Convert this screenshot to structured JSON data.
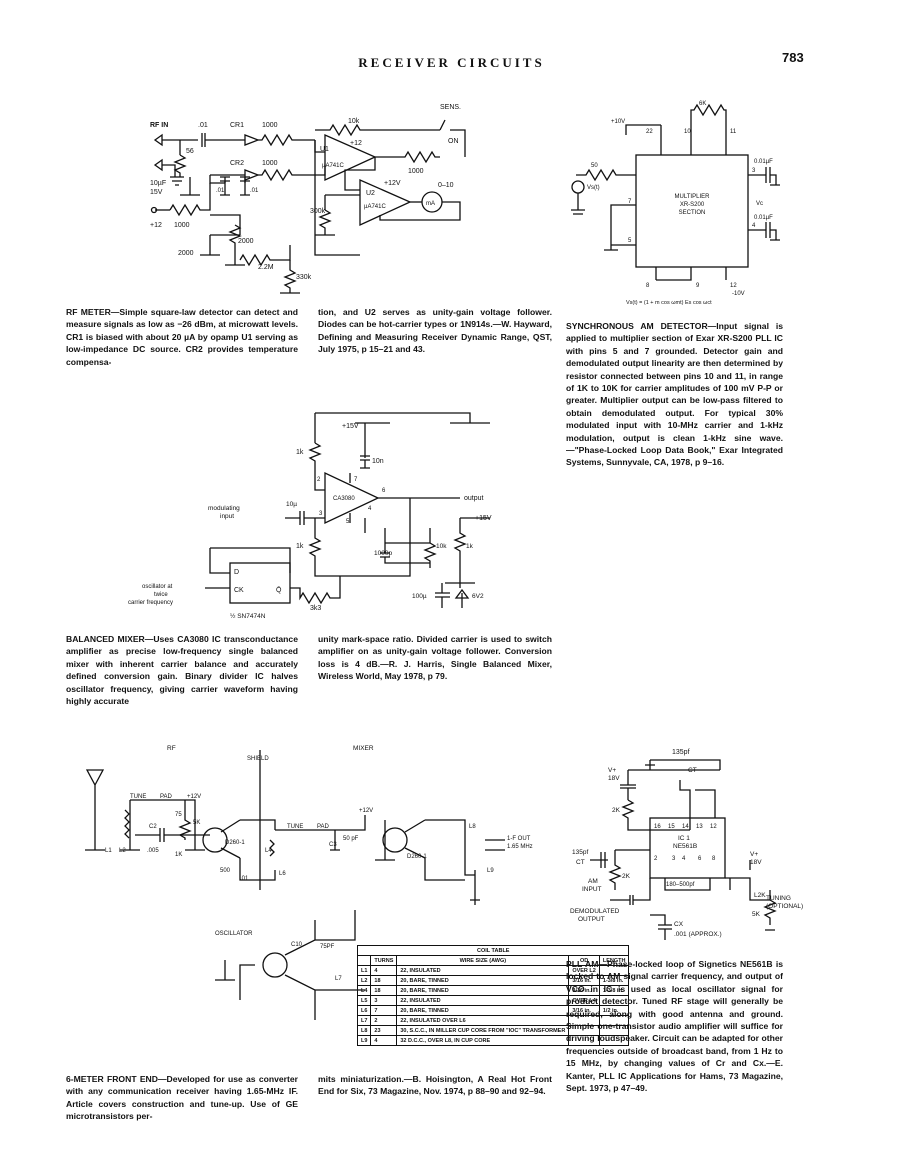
{
  "header": {
    "title": "RECEIVER CIRCUITS",
    "page_number": "783"
  },
  "rf_meter": {
    "caption": "RF METER—Simple square-law detector can detect and measure signals as low as −26 dBm, at microwatt levels. CR1 is biased with about 20 µA by opamp U1 serving as low-impedance DC source. CR2 provides temperature compensa-",
    "caption_cont": "tion, and U2 serves as unity-gain voltage follower. Diodes can be hot-carrier types or 1N914s.—W. Hayward, Defining and Measuring Receiver Dynamic Range, QST, July 1975, p 15–21 and 43.",
    "labels": {
      "rf_in": "RF IN",
      "c1": ".01",
      "cr1": "CR1",
      "r1000a": "1000",
      "r56": "56",
      "cr2": "CR2",
      "r1000b": "1000",
      "c10uf": "10µF",
      "v15": "15V",
      "cc1": ".01",
      "cc2": ".01",
      "plus12": "+12",
      "r1000c": "1000",
      "r2000a": "2000",
      "r2000b": "2000",
      "r22m": "2.2M",
      "r330k": "330k",
      "r10k": "10k",
      "u1": "U1",
      "ua741c_1": "µA741C",
      "u1_plus12": "+12",
      "r1000d": "1000",
      "u2": "U2",
      "u2_plus12": "+12V",
      "ua741c_2": "µA741C",
      "r300k": "300k",
      "meter": "0–10",
      "meter_unit": "mA",
      "sens": "SENS.",
      "on": "ON"
    }
  },
  "sync_am": {
    "caption": "SYNCHRONOUS AM DETECTOR—Input signal is applied to multiplier section of Exar XR-S200 PLL IC with pins 5 and 7 grounded. Detector gain and demodulated output linearity are then determined by resistor connected between pins 10 and 11, in range of 1K to 10K for carrier amplitudes of 100 mV P-P or greater. Multiplier output can be low-pass filtered to obtain demodulated output. For typical 30% modulated input with 10-MHz carrier and 1-kHz modulation, output is clean 1-kHz sine wave.—\"Phase-Locked Loop Data Book,\" Exar Integrated Systems, Sunnyvale, CA, 1978, p 9–16.",
    "labels": {
      "r6k": "6K",
      "plus10v": "+10V",
      "p22": "22",
      "p10": "10",
      "p11": "11",
      "r50": "50",
      "vs": "Vs(t)",
      "p7": "7",
      "p5": "5",
      "box1": "MULTIPLIER",
      "box2": "XR-S200",
      "box3": "SECTION",
      "p3": "3",
      "c1": "0.01µF",
      "vc": "Vc",
      "p4": "4",
      "c2": "0.01µF",
      "p8": "8",
      "p9": "9",
      "p12": "12",
      "minus10v": "-10V",
      "formula": "Vs(t) = (1 + m cos ωmt) Es cos ωct"
    }
  },
  "balanced_mixer": {
    "caption": "BALANCED MIXER—Uses CA3080 IC transconductance amplifier as precise low-frequency single balanced mixer with inherent carrier balance and accurately defined conversion gain. Binary divider IC halves oscillator frequency, giving carrier waveform having highly accurate",
    "caption_cont": "unity mark-space ratio. Divided carrier is used to switch amplifier on as unity-gain voltage follower. Conversion loss is 4 dB.—R. J. Harris, Single Balanced Mixer, Wireless World, May 1978, p 79.",
    "labels": {
      "plus15a": "+15V",
      "r1k_a": "1k",
      "c10n": "10n",
      "ic": "CA3080",
      "p2": "2",
      "p7": "7",
      "p6": "6",
      "p3": "3",
      "p4": "4",
      "p5": "5",
      "mod1": "modulating",
      "mod2": "input",
      "c10u": "10µ",
      "output": "output",
      "plus15b": "+15V",
      "r1k_b": "1k",
      "c1000p": "1000p",
      "r10k": "10k",
      "r1k_c": "1k",
      "d": "D",
      "ck": "CK",
      "qbar": "Q̄",
      "osc1": "oscillator at",
      "osc2": "twice",
      "osc3": "carrier frequency",
      "r3k3": "3k3",
      "c100u": "100µ",
      "z6v2": "6V2",
      "ic2": "½ SN7474N"
    }
  },
  "six_meter": {
    "caption": "6-METER FRONT END—Developed for use as converter with any communication receiver having 1.65-MHz IF. Article covers construction and tune-up. Use of GE microtransistors per-",
    "caption_cont": "mits miniaturization.—B. Hoisington, A Real Hot Front End for Six, 73 Magazine, Nov. 1974, p 88–90 and 92–94.",
    "labels": {
      "rf": "RF",
      "shield": "SHIELD",
      "mixer": "MIXER",
      "tune": "TUNE",
      "pad": "PAD",
      "plus12a": "+12V",
      "c75": "75",
      "c2": "C2",
      "c005": ".005",
      "l1": "L1",
      "l2": "L2",
      "r5k": "5K",
      "r1k": "1K",
      "d2601": "D260-1",
      "r500": "500",
      "c01": ".01",
      "l4": "L4",
      "l6": "L6",
      "tune2": "TUNE",
      "pad2": "PAD",
      "c50": "50 pF",
      "c3": "C3",
      "plus12b": "+12V",
      "d2602": "D260-1",
      "l8": "L8",
      "l9": "L9",
      "out": "1-F OUT",
      "out2": "1.65 MHz",
      "osc": "OSCILLATOR",
      "c75pf": "75PF",
      "l7": "L7",
      "c10": "C10"
    },
    "coil_table": {
      "title": "COIL TABLE",
      "headers": [
        "",
        "TURNS",
        "WIRE SIZE (AWG)",
        "OD",
        "LENGTH"
      ],
      "rows": [
        [
          "L1",
          "4",
          "22, INSULATED",
          "OVER L2",
          ""
        ],
        [
          "L2",
          "18",
          "20, BARE, TINNED",
          "3/16 in.",
          "1-3/8 in."
        ],
        [
          "L4",
          "18",
          "20, BARE, TINNED",
          "3/16 in.",
          "1-3/8 in."
        ],
        [
          "L5",
          "3",
          "22, INSULATED",
          "OVER L4",
          ""
        ],
        [
          "L6",
          "7",
          "20, BARE, TINNED",
          "3/16 in.",
          "1/2 in."
        ],
        [
          "L7",
          "2",
          "22, INSULATED OVER L6",
          "",
          ""
        ],
        [
          "L8",
          "23",
          "30, S.C.C., IN MILLER CUP CORE FROM \"IOC\" TRANSFORMER",
          "",
          ""
        ],
        [
          "L9",
          "4",
          "32 D.C.C., OVER L8, IN CUP CORE",
          "",
          ""
        ]
      ]
    }
  },
  "pll_am": {
    "caption": "PLL AM—Phase-locked loop of Signetics NE561B is locked to AM signal carrier frequency, and output of VCO in IC is used as local oscillator signal for product detector. Tuned RF stage will generally be required, along with good antenna and ground. Simple one-transistor audio amplifier will suffice for driving loudspeaker. Circuit can be adapted for other frequencies outside of broadcast band, from 1 Hz to 15 MHz, by changing values of Cr and Cx.—E. Kanter, PLL IC Applications for Hams, 73 Magazine, Sept. 1973, p 47–49.",
    "labels": {
      "vplus1": "V+",
      "v18a": "18V",
      "c135a": "135pf",
      "ct": "CT",
      "r2ka": "2K",
      "ic": "IC 1",
      "part": "NE561B",
      "p16": "16",
      "p15": "15",
      "p14": "14",
      "p13": "13",
      "p12": "12",
      "p2": "2",
      "p3": "3",
      "p4": "4",
      "p6": "6",
      "p8": "8",
      "c135b": "135pf",
      "ct2": "CT",
      "r2kb": "2K",
      "am1": "AM",
      "am2": "INPUT",
      "c180": "180–500pf",
      "vplus2": "V+",
      "v18b": "18V",
      "l2k": "L2K",
      "r5k": "5K",
      "tuning": "TUNING",
      "opt": "(OPTIONAL)",
      "demod1": "DEMODULATED",
      "demod2": "OUTPUT",
      "cx": "CX",
      "c001": ".001 (APPROX.)"
    }
  }
}
